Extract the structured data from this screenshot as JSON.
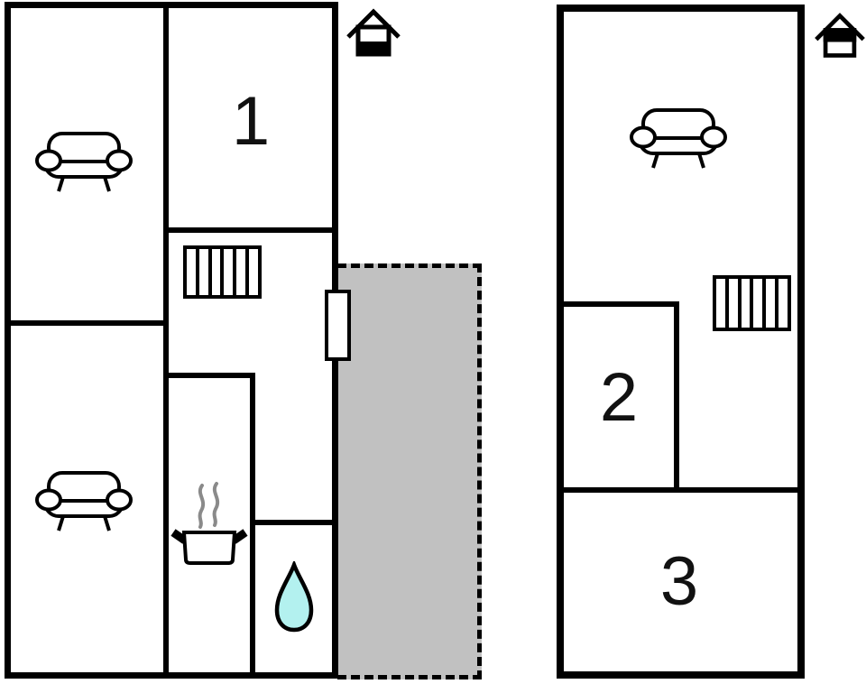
{
  "colors": {
    "wall": "#000000",
    "terrace_fill": "#c1c1c1",
    "water_drop_fill": "#b3f1ef",
    "steam": "#8a8a8a",
    "icon_fill": "#ffffff"
  },
  "ground_floor": {
    "room_1_label": "1",
    "house_icon": "house-ground-floor-icon",
    "feature_icons": [
      "sofa-icon",
      "sofa-icon",
      "radiator-icon",
      "cooking-pot-icon",
      "water-drop-icon",
      "door-icon",
      "terrace-area"
    ]
  },
  "upper_floor": {
    "room_2_label": "2",
    "room_3_label": "3",
    "house_icon": "house-upper-floor-icon",
    "feature_icons": [
      "sofa-icon",
      "radiator-icon"
    ]
  }
}
